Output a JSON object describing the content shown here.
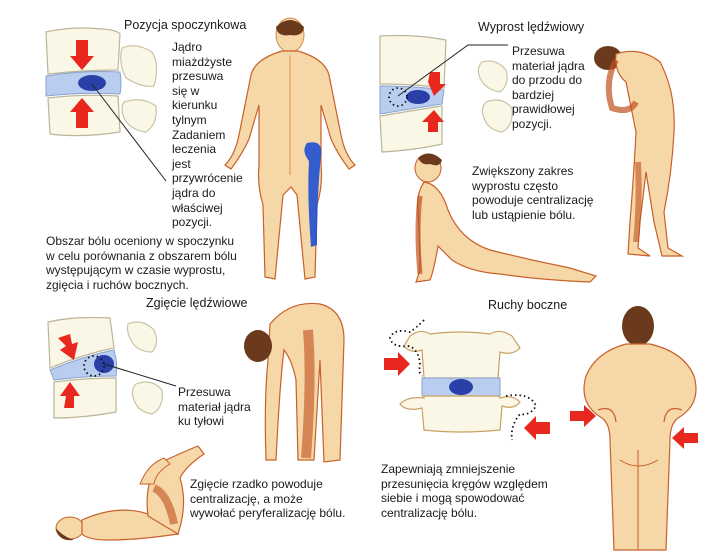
{
  "panels": {
    "rest": {
      "title": "Pozycja spoczynkowa",
      "nucleus_note": [
        "Jądro",
        "miażdżyste",
        "przesuwa",
        "się w",
        "kierunku",
        "tylnym",
        "Zadaniem",
        "leczenia",
        "jest",
        "przywrócenie",
        "jądra do",
        "właściwej",
        "pozycji."
      ],
      "caption": [
        "Obszar bólu oceniony w spoczynku",
        "w celu porównania z obszarem bólu",
        "występującym w czasie wyprostu,",
        "zgięcia i ruchów bocznych."
      ]
    },
    "extension": {
      "title": "Wyprost lędźwiowy",
      "nucleus_note": [
        "Przesuwa",
        "materiał jądra",
        "do przodu do",
        "bardziej",
        "prawidłowej",
        "pozycji."
      ],
      "caption": [
        "Zwiększony zakres",
        "wyprostu często",
        "powoduje centralizację",
        "lub ustąpienie bólu."
      ]
    },
    "flexion": {
      "title": "Zgięcie lędźwiowe",
      "nucleus_note": [
        "Przesuwa",
        "materiał jądra",
        "ku tyłowi"
      ],
      "caption": [
        "Zgięcie rzadko powoduje",
        "centralizację, a może",
        "wywołać peryferalizację bólu."
      ]
    },
    "lateral": {
      "title": "Ruchy boczne",
      "caption": [
        "Zapewniają zmniejszenie",
        "przesunięcia kręgów względem",
        "siebie i mogą spowodować",
        "centralizację bólu."
      ]
    }
  },
  "colors": {
    "arrow": "#e8281e",
    "disc": "#b9cdf0",
    "nucleus": "#2a3fa8",
    "bone": "#fbf7e6",
    "skin": "#f6d7a8",
    "skin_shade": "#c8602a",
    "pain_area": "#1f4fd0"
  }
}
